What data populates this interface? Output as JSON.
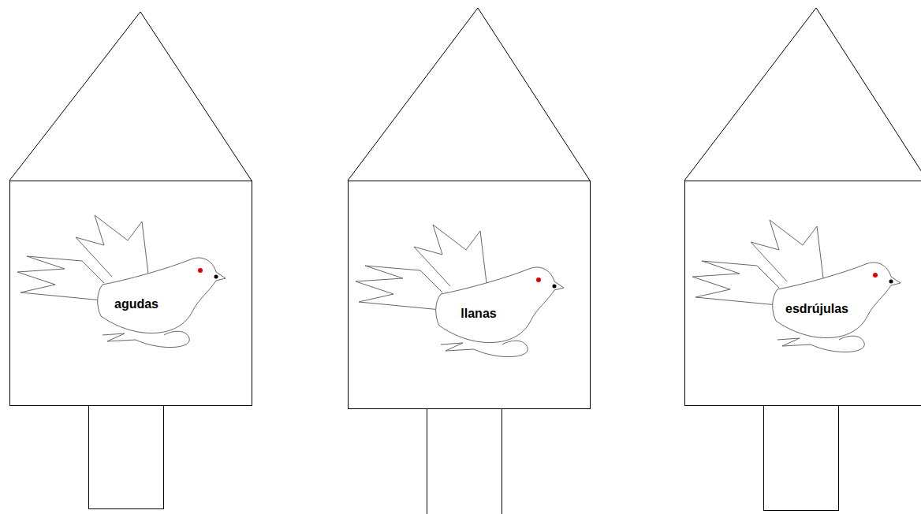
{
  "diagram": {
    "nodes": [
      {
        "text": [
          "agudas"
        ]
      },
      {
        "text": [
          "llanas"
        ]
      },
      {
        "text": [
          "esdrújulas"
        ]
      }
    ]
  }
}
